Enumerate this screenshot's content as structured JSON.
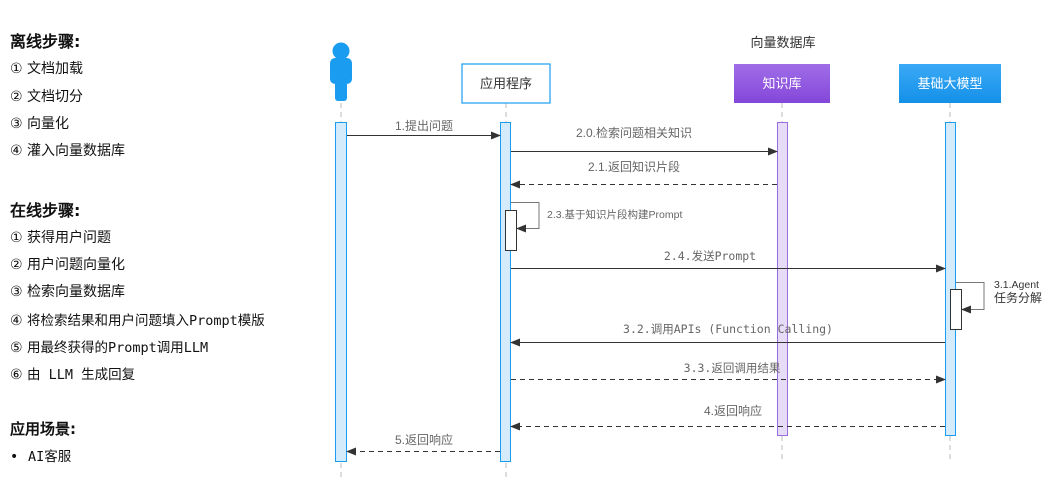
{
  "offline": {
    "title": "离线步骤:",
    "steps": [
      "① 文档加载",
      "② 文档切分",
      "③ 向量化",
      "④ 灌入向量数据库"
    ]
  },
  "online": {
    "title": "在线步骤:",
    "steps": [
      {
        "num": "①",
        "text": "获得用户问题"
      },
      {
        "num": "②",
        "text": "用户问题向量化"
      },
      {
        "num": "③",
        "text": "检索向量数据库"
      },
      {
        "num": "④",
        "text": "将检索结果和用户问题填入Prompt模版"
      },
      {
        "num": "⑤",
        "text": "用最终获得的Prompt调用LLM"
      },
      {
        "num": "⑥",
        "text": "由 LLM 生成回复"
      }
    ]
  },
  "scenario": {
    "title": "应用场景:",
    "bullet": "•",
    "items": [
      "AI客服"
    ]
  },
  "diagram": {
    "group_label": "向量数据库",
    "participants": {
      "user": {
        "icon": "user-icon",
        "color": "#1a9cf0"
      },
      "app": {
        "label": "应用程序",
        "border": "#1a9cf0",
        "text_color": "#333333"
      },
      "kb": {
        "label": "知识库",
        "fill": "#8b4fe0",
        "text_color": "#ffffff"
      },
      "llm": {
        "label": "基础大模型",
        "fill": "#1a9cf0",
        "text_color": "#ffffff"
      }
    },
    "colors": {
      "activation_blue_fill": "#d3ebfb",
      "activation_blue_border": "#1a9cf0",
      "activation_purple_fill": "#e6dcf7",
      "activation_purple_border": "#9b6be0",
      "arrow": "#333333",
      "label": "#666666"
    },
    "messages": [
      {
        "id": "m1",
        "label": "1.提出问题",
        "from": "user",
        "to": "app",
        "style": "solid"
      },
      {
        "id": "m20",
        "label": "2.0.检索问题相关知识",
        "from": "app",
        "to": "kb",
        "style": "solid"
      },
      {
        "id": "m21",
        "label": "2.1.返回知识片段",
        "from": "kb",
        "to": "app",
        "style": "dashed"
      },
      {
        "id": "m23",
        "label": "2.3.基于知识片段构建Prompt",
        "from": "app",
        "to": "app",
        "style": "self"
      },
      {
        "id": "m24",
        "label": "2.4.发送Prompt",
        "from": "app",
        "to": "llm",
        "style": "solid"
      },
      {
        "id": "m31a",
        "label": "3.1.Agent",
        "label2": "任务分解",
        "from": "llm",
        "to": "llm",
        "style": "self"
      },
      {
        "id": "m32",
        "label": "3.2.调用APIs (Function Calling)",
        "from": "llm",
        "to": "app",
        "style": "solid"
      },
      {
        "id": "m33",
        "label": "3.3.返回调用结果",
        "from": "app",
        "to": "llm",
        "style": "dashed"
      },
      {
        "id": "m4",
        "label": "4.返回响应",
        "from": "llm",
        "to": "app",
        "style": "dashed"
      },
      {
        "id": "m5",
        "label": "5.返回响应",
        "from": "app",
        "to": "user",
        "style": "dashed"
      }
    ]
  }
}
